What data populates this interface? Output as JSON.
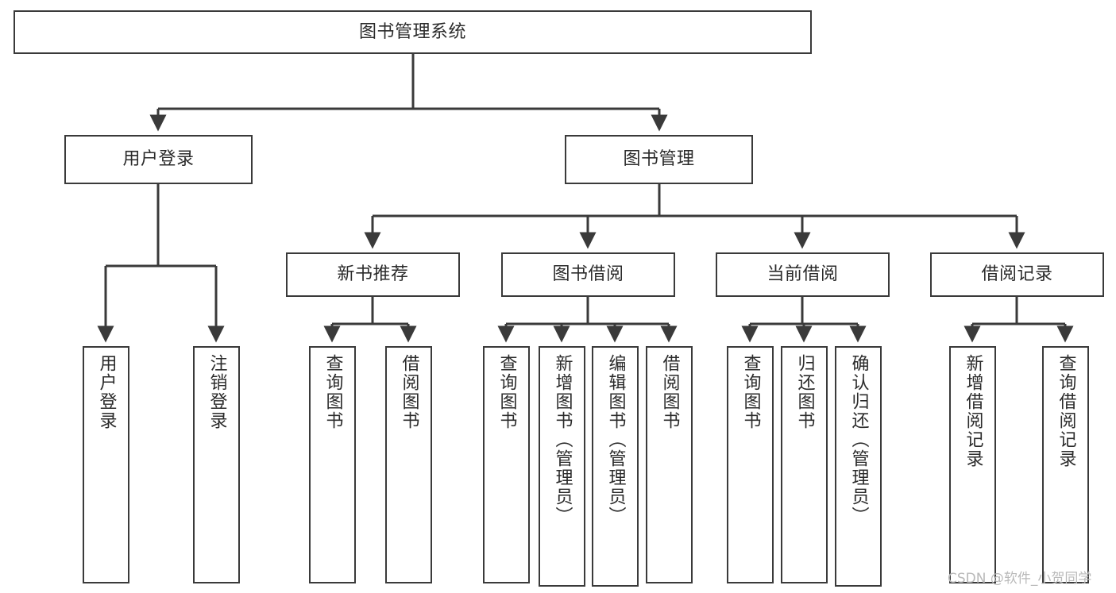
{
  "diagram": {
    "title": "图书管理系统",
    "type": "hierarchy-tree",
    "watermark": "CSDN @软件_小贺同学",
    "nodes": {
      "root": {
        "label": "图书管理系统"
      },
      "level2": [
        {
          "label": "用户登录"
        },
        {
          "label": "图书管理"
        }
      ],
      "level3": [
        {
          "label": "新书推荐"
        },
        {
          "label": "图书借阅"
        },
        {
          "label": "当前借阅"
        },
        {
          "label": "借阅记录"
        }
      ],
      "leaves": [
        {
          "label": "用户登录",
          "parent": "用户登录"
        },
        {
          "label": "注销登录",
          "parent": "用户登录"
        },
        {
          "label": "查询图书",
          "parent": "新书推荐"
        },
        {
          "label": "借阅图书",
          "parent": "新书推荐"
        },
        {
          "label": "查询图书",
          "parent": "图书借阅"
        },
        {
          "label": "新增图书（管理员）",
          "parent": "图书借阅"
        },
        {
          "label": "编辑图书（管理员）",
          "parent": "图书借阅"
        },
        {
          "label": "借阅图书",
          "parent": "图书借阅"
        },
        {
          "label": "查询图书",
          "parent": "当前借阅"
        },
        {
          "label": "归还图书",
          "parent": "当前借阅"
        },
        {
          "label": "确认归还（管理员）",
          "parent": "当前借阅"
        },
        {
          "label": "新增借阅记录",
          "parent": "借阅记录"
        },
        {
          "label": "查询借阅记录",
          "parent": "借阅记录"
        }
      ]
    },
    "colors": {
      "stroke": "#3a3a3a",
      "background": "#ffffff",
      "text": "#2b2b2b",
      "watermark": "#b9b9b9"
    }
  }
}
